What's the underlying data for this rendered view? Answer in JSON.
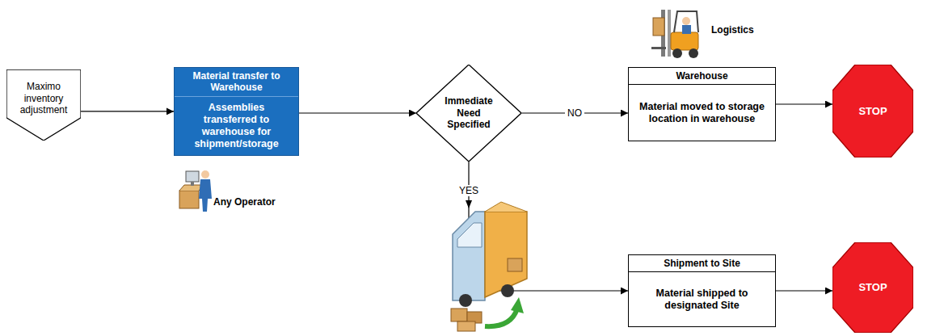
{
  "diagram": {
    "nodes": [
      {
        "text": [
          "Maximo inventory adjustment"
        ]
      },
      {
        "text": [
          "Material transfer to Warehouse",
          "Assemblies transferred to warehouse for shipment/storage"
        ]
      },
      {
        "text": [
          "Immediate Need Specified"
        ]
      },
      {
        "text": [
          "Warehouse",
          "Material moved to storage location in warehouse"
        ]
      },
      {
        "text": [
          "STOP"
        ]
      },
      {
        "text": [
          "Shipment to Site",
          "Material shipped to designated Site"
        ]
      },
      {
        "text": [
          "STOP"
        ]
      }
    ],
    "edges": [
      {
        "from": 0,
        "to": 1,
        "arrow": "to"
      },
      {
        "from": 1,
        "to": 2,
        "arrow": "to"
      },
      {
        "from": 2,
        "to": 3,
        "label": "NO",
        "arrow": "to"
      },
      {
        "from": 3,
        "to": 4,
        "arrow": "to"
      },
      {
        "from": 2,
        "to": 5,
        "label": "YES",
        "arrow": "to"
      },
      {
        "from": 5,
        "to": 6,
        "arrow": "to"
      }
    ],
    "labels": [
      "Logistics",
      "Any Operator"
    ]
  }
}
